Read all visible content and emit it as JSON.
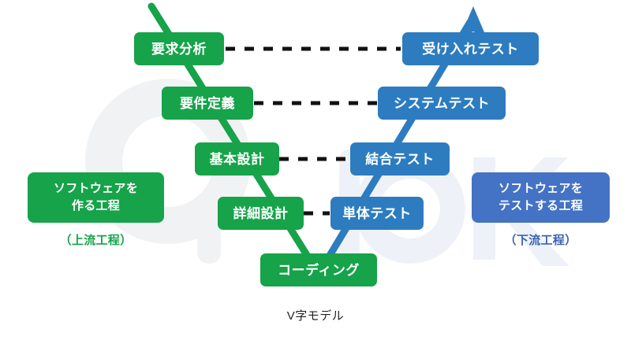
{
  "figure": {
    "caption": "V字モデル",
    "colors": {
      "green": "#16a34a",
      "blue": "#2d7cc0",
      "legend_blue": "#4472c4",
      "legend_blue_text": "#3b63b5",
      "dash": "#111111",
      "background": "#ffffff",
      "watermark": "#f1f3f4"
    }
  },
  "left_branch": {
    "nodes": [
      {
        "label": "要求分析"
      },
      {
        "label": "要件定義"
      },
      {
        "label": "基本設計"
      },
      {
        "label": "詳細設計"
      },
      {
        "label": "コーディング"
      }
    ]
  },
  "right_branch": {
    "nodes": [
      {
        "label": "受け入れテスト"
      },
      {
        "label": "システムテスト"
      },
      {
        "label": "結合テスト"
      },
      {
        "label": "単体テスト"
      }
    ]
  },
  "legends": {
    "left": {
      "line1": "ソフトウェアを",
      "line2": "作る工程",
      "caption": "（上流工程）"
    },
    "right": {
      "line1": "ソフトウェアを",
      "line2": "テストする工程",
      "caption": "（下流工程）"
    }
  },
  "connectors": [
    {
      "from": "要求分析",
      "to": "受け入れテスト"
    },
    {
      "from": "要件定義",
      "to": "システムテスト"
    },
    {
      "from": "基本設計",
      "to": "結合テスト"
    },
    {
      "from": "詳細設計",
      "to": "単体テスト"
    }
  ]
}
